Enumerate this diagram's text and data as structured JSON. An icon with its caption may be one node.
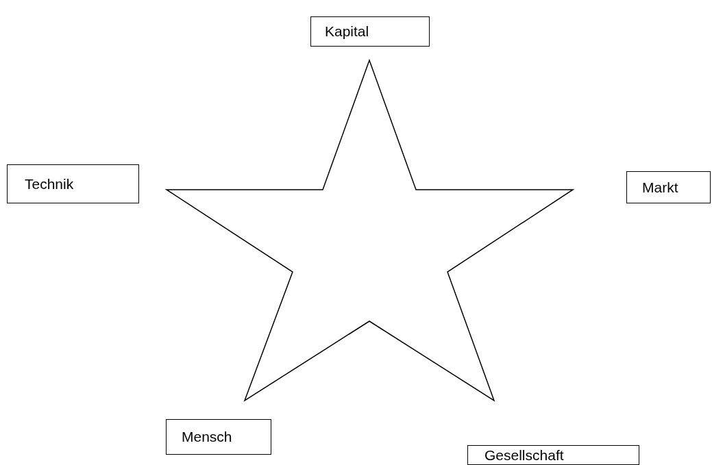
{
  "diagram": {
    "nodes": [
      {
        "text": [
          "Kapital"
        ]
      },
      {
        "text": [
          "Technik"
        ]
      },
      {
        "text": [
          "Markt"
        ]
      },
      {
        "text": [
          "Mensch"
        ]
      },
      {
        "text": [
          "Gesellschaft"
        ]
      }
    ],
    "edges": []
  }
}
